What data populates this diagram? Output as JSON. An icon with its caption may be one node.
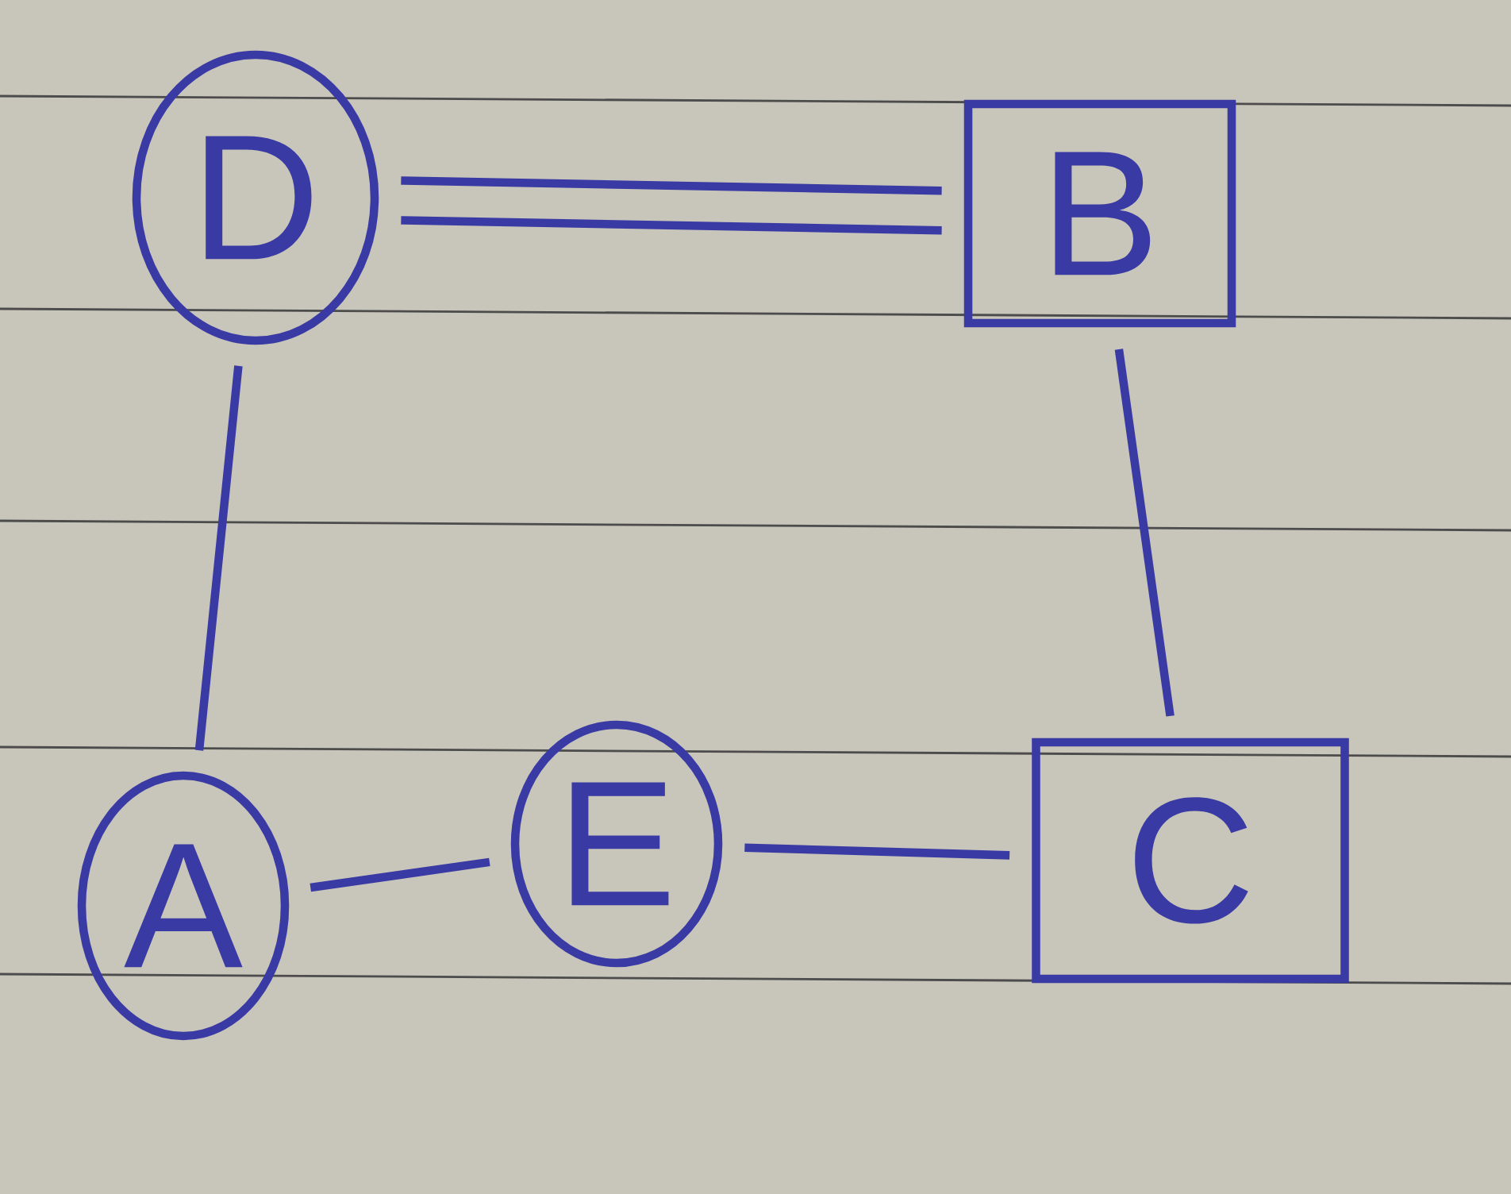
{
  "diagram": {
    "nodes": [
      {
        "text": [
          "D"
        ]
      },
      {
        "text": [
          "B"
        ]
      },
      {
        "text": [
          "A"
        ]
      },
      {
        "text": [
          "E"
        ]
      },
      {
        "text": [
          "C"
        ]
      }
    ],
    "edges": [
      {
        "from": 0,
        "to": 1,
        "arrow": "none"
      },
      {
        "from": 0,
        "to": 1,
        "arrow": "none"
      },
      {
        "from": 0,
        "to": 2,
        "arrow": "none"
      },
      {
        "from": 2,
        "to": 3,
        "arrow": "none"
      },
      {
        "from": 3,
        "to": 4,
        "arrow": "none"
      },
      {
        "from": 1,
        "to": 4,
        "arrow": "none"
      }
    ]
  }
}
